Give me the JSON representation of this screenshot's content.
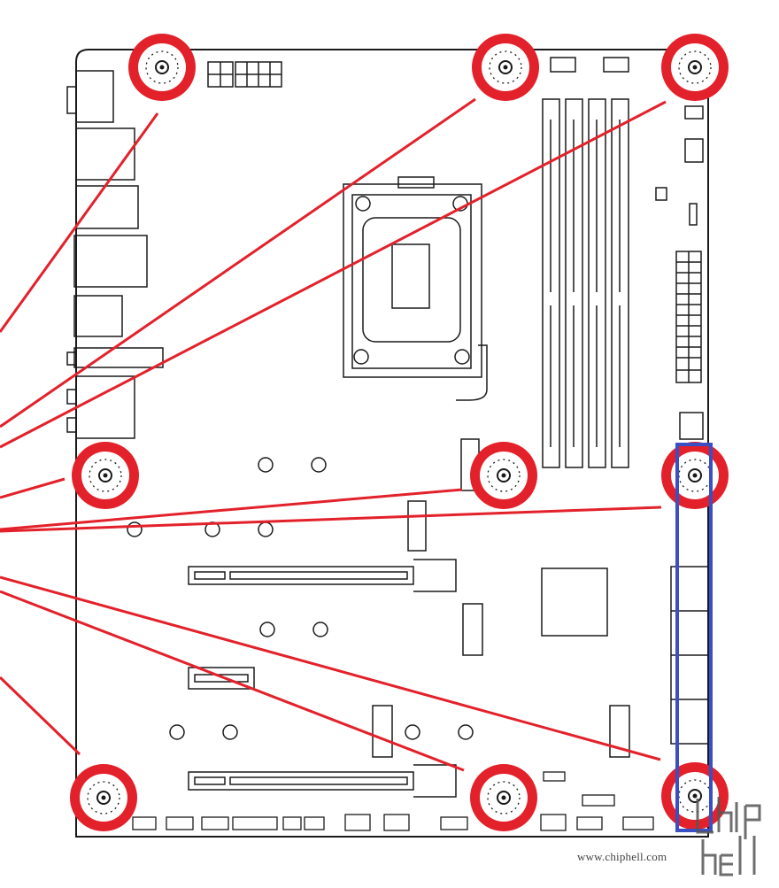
{
  "diagram": {
    "kind": "motherboard-mounting-hole-layout",
    "colors": {
      "board_outline": "#1a1a1a",
      "highlight": "#e3212b",
      "blue_box": "#3a4fc4",
      "hole_fill": "#ffffff"
    },
    "mounting_hole_count": 9,
    "pointer_line_count": 9,
    "blue_box_count": 1
  },
  "watermark": {
    "text": "www.chiphell.com",
    "logo_text": "chip hell",
    "logo_icon": "chiphell-logo"
  }
}
